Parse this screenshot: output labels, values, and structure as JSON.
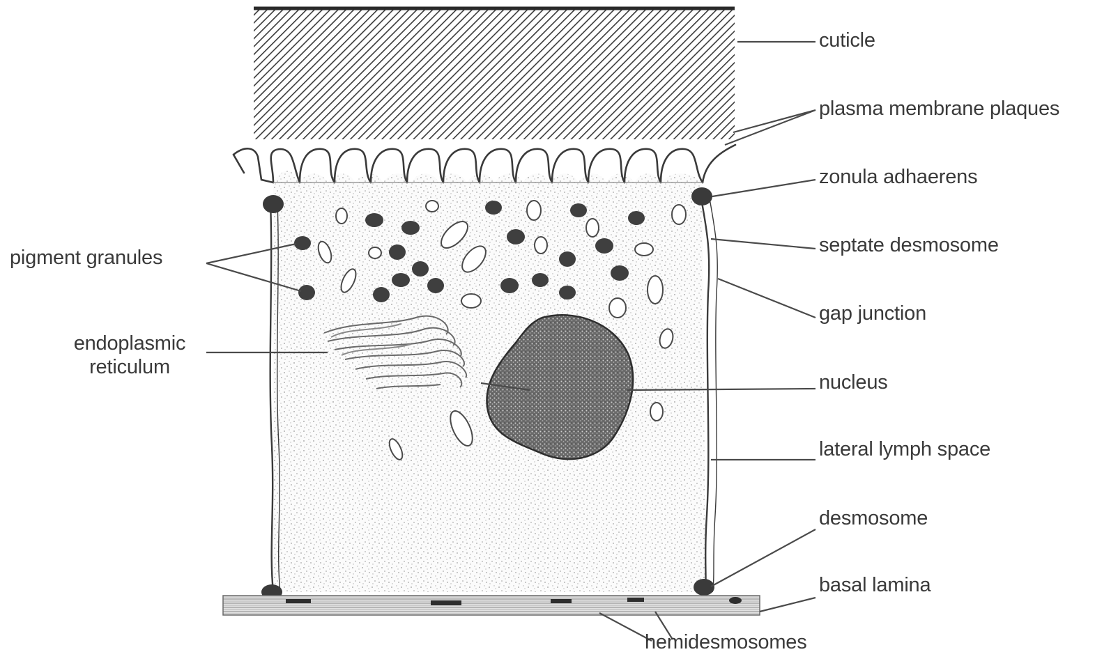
{
  "diagram": {
    "labels": {
      "cuticle": "cuticle",
      "plasma_membrane_plaques": "plasma membrane plaques",
      "zonula_adhaerens": "zonula adhaerens",
      "septate_desmosome": "septate desmosome",
      "gap_junction": "gap junction",
      "nucleus": "nucleus",
      "lateral_lymph_space": "lateral lymph space",
      "desmosome": "desmosome",
      "basal_lamina": "basal lamina",
      "hemidesmosomes": "hemidesmosomes",
      "pigment_granules": "pigment granules",
      "endoplasmic_reticulum_line1": "endoplasmic",
      "endoplasmic_reticulum_line2": "reticulum"
    },
    "colors": {
      "ink": "#3a3a3a",
      "stipple": "#9a9a9a",
      "nucleus_fill": "#555555",
      "background": "#ffffff"
    }
  }
}
